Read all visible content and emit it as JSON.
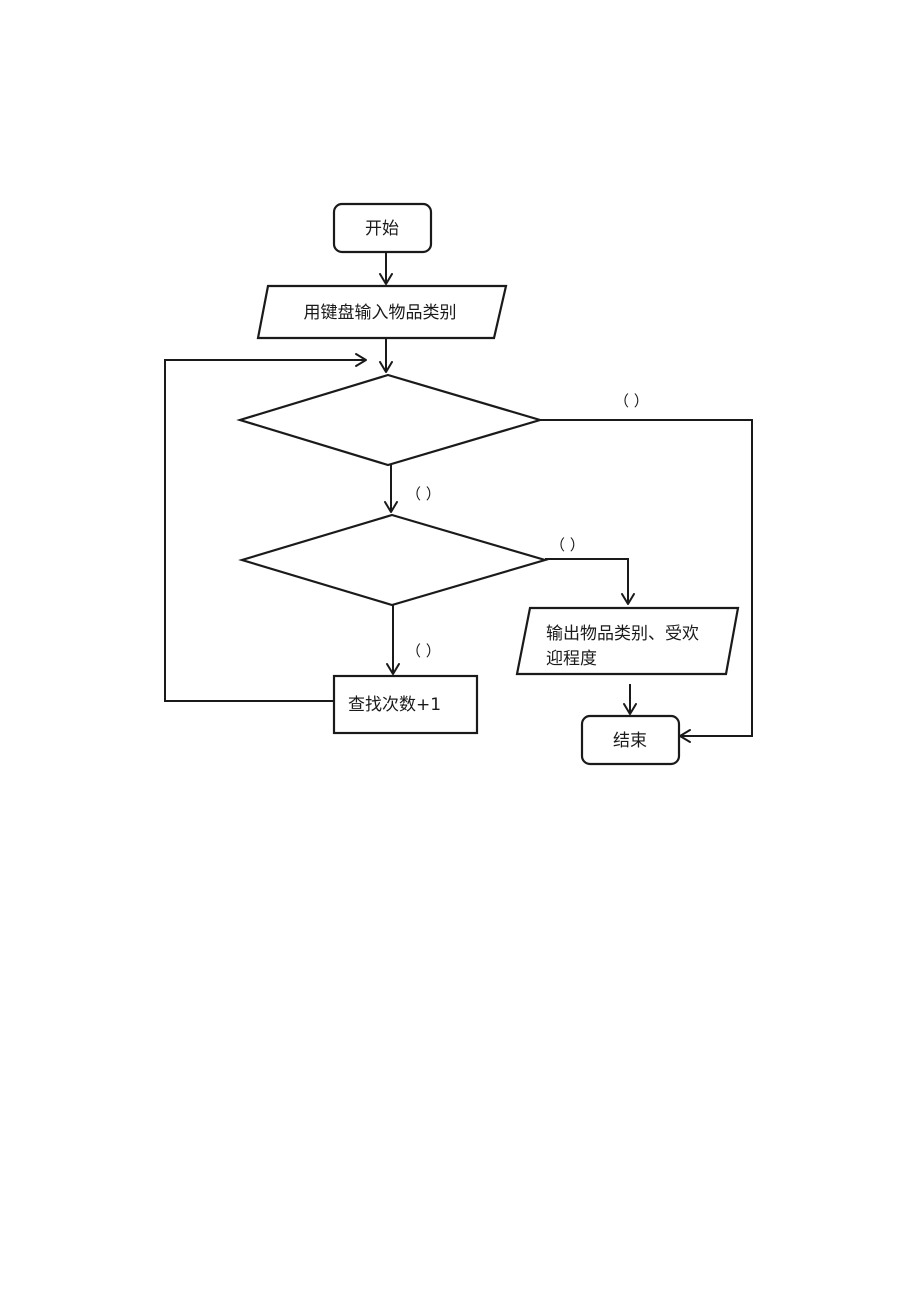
{
  "flowchart": {
    "start_label": "开始",
    "input_label": "用键盘输入物品类别",
    "output_label_line1": "输出物品类别、受欢",
    "output_label_line2": "迎程度",
    "process_label": "查找次数+1",
    "end_label": "结束",
    "branch_labels": {
      "right_top": "（        ）",
      "mid_down": "（        ）",
      "right_mid": "（      ）",
      "lower_down": "（       ）"
    }
  },
  "colors": {
    "stroke": "#1a1a1a",
    "background": "#ffffff"
  }
}
